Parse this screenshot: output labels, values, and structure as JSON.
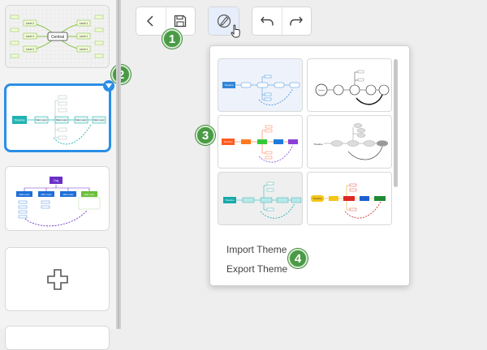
{
  "sidebar": {
    "slides": [
      {
        "root": "Central",
        "nodes": [
          "Level 1",
          "Level 1",
          "Level 1",
          "Level 1",
          "Level 1",
          "Level 1"
        ]
      },
      {
        "root": "Timeline",
        "nodes": [
          "Main topic",
          "Main topic",
          "Main topic",
          "Main topic"
        ],
        "selected": true
      },
      {
        "root": "Org",
        "nodes": [
          "Main topic",
          "Main topic",
          "Main topic",
          "Main topic"
        ]
      }
    ],
    "add_icon": "plus-icon"
  },
  "toolbar": {
    "icons": [
      "chevron-left-icon",
      "save-icon",
      "theme-brush-icon",
      "undo-icon",
      "redo-icon"
    ]
  },
  "theme_panel": {
    "thumb_labels": [
      "Timeline",
      "Timeline",
      "Timeline",
      "Timeline",
      "Timeline",
      "Timeline"
    ],
    "import_label": "Import Theme",
    "export_label": "Export Theme"
  },
  "badges": [
    "1",
    "2",
    "3",
    "4"
  ],
  "colors": {
    "accent": "#2b8ee6",
    "badge": "#4a9a46",
    "teal": "#21b3b3",
    "orange": "#ff5a1f",
    "purple": "#6b2fc9"
  }
}
